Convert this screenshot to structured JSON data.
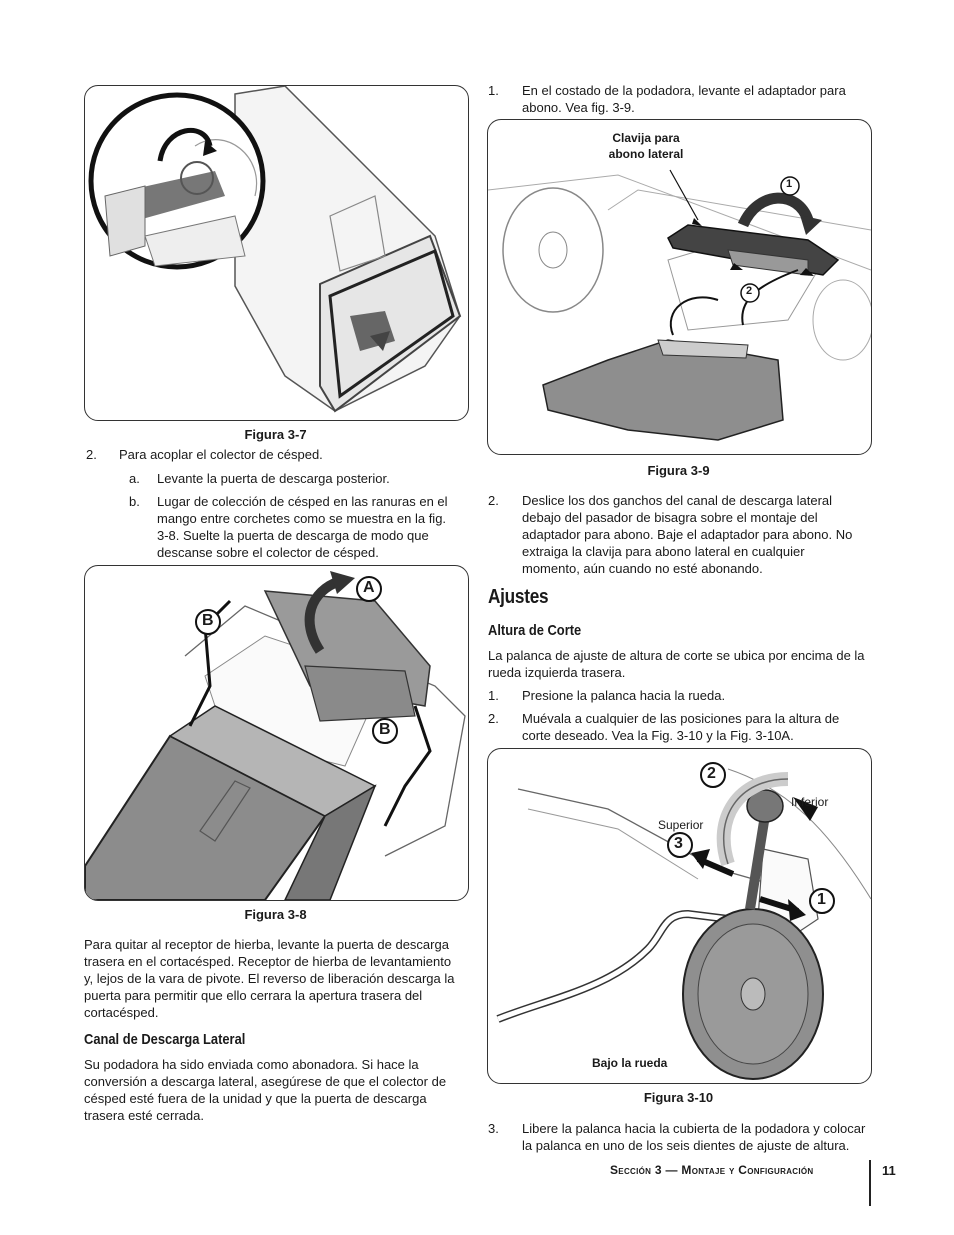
{
  "left": {
    "fig37_caption": "Figura 3-7",
    "step2": {
      "num": "2.",
      "text": "Para acoplar el colector de césped."
    },
    "step2a": {
      "num": "a.",
      "text": "Levante la puerta de descarga posterior."
    },
    "step2b": {
      "num": "b.",
      "text": "Lugar de colección de césped en las ranuras en el mango entre corchetes como se muestra en la fig. 3-8. Suelte la puerta de descarga de modo que descanse sobre el colector de césped."
    },
    "fig38_labels": {
      "a": "A",
      "b1": "B",
      "b2": "B"
    },
    "fig38_caption": "Figura 3-8",
    "para_remove": "Para quitar al receptor de hierba, levante la puerta de descarga trasera en el cortacésped. Receptor de hierba de levantamiento y, lejos de la vara de pivote. El reverso de liberación descarga la puerta para permitir que ello cerrara la apertura trasera del cortacésped.",
    "side_heading": "Canal de Descarga Lateral",
    "side_para": "Su podadora ha sido enviada como abonadora. Si hace la conversión a descarga lateral, asegúrese de que el colector de césped esté fuera de la unidad y que la puerta de descarga trasera esté cerrada."
  },
  "right": {
    "step1": {
      "num": "1.",
      "text": "En el costado de la podadora, levante el adaptador para abono. Vea fig. 3-9."
    },
    "fig39_callout": "Clavija para abono lateral",
    "fig39_markers": [
      "1",
      "2"
    ],
    "fig39_caption": "Figura 3-9",
    "step2": {
      "num": "2.",
      "text": "Deslice los dos ganchos del canal de descarga lateral debajo del pasador de bisagra sobre el montaje del adaptador para abono. Baje el adaptador para abono. No extraiga la clavija para abono lateral en cualquier momento, aún cuando no esté abonando."
    },
    "heading": "Ajustes",
    "subheading": "Altura de Corte",
    "intro": "La palanca de ajuste de altura de corte se ubica por encima de la rueda izquierda trasera.",
    "h_step1": {
      "num": "1.",
      "text": "Presione la palanca hacia la rueda."
    },
    "h_step2": {
      "num": "2.",
      "text": "Muévala a cualquier de las posiciones para la altura de corte deseado. Vea la Fig. 3-10 y la Fig. 3-10A."
    },
    "fig310_labels": {
      "inferior": "Inferior",
      "superior": "Superior",
      "bajo": "Bajo la rueda"
    },
    "fig310_markers": [
      "1",
      "2",
      "3"
    ],
    "fig310_caption": "Figura 3-10",
    "h_step3": {
      "num": "3.",
      "text": "Libere la palanca hacia la cubierta de la podadora y colocar la palanca en uno de los seis dientes de ajuste de altura."
    }
  },
  "footer": {
    "section": "Sección 3 — Montaje y Configuración",
    "page": "11"
  }
}
